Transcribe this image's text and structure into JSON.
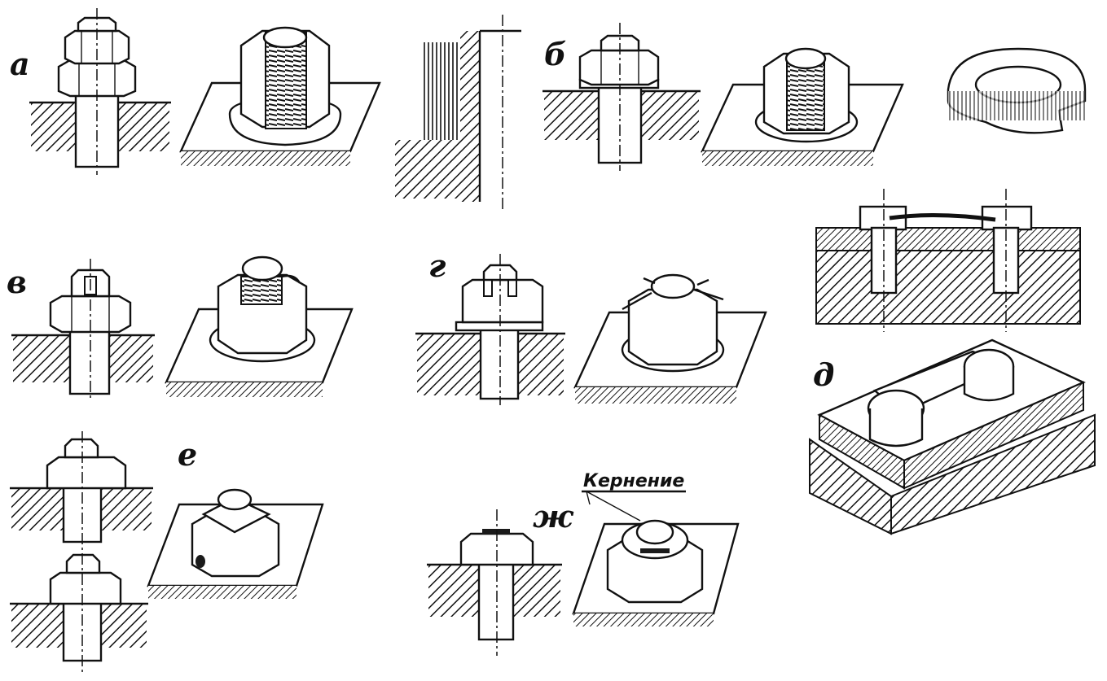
{
  "labels": {
    "a": "а",
    "b": "б",
    "v": "в",
    "g": "г",
    "d": "д",
    "e": "е",
    "zh": "ж"
  },
  "callout": {
    "text": "Кернение"
  }
}
